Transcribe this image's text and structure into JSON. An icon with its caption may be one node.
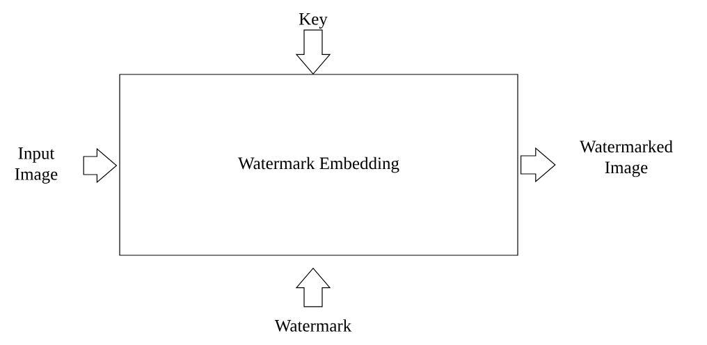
{
  "diagram": {
    "nodes": [
      {
        "text": [
          "Watermark Embedding"
        ]
      },
      {
        "text": [
          "Key"
        ]
      },
      {
        "text": [
          "Input Image"
        ]
      },
      {
        "text": [
          "Watermarked Image"
        ]
      },
      {
        "text": [
          "Watermark"
        ]
      }
    ],
    "edges": [
      {
        "from": 1,
        "to": 0,
        "arrow": "to"
      },
      {
        "from": 2,
        "to": 0,
        "arrow": "to"
      },
      {
        "from": 0,
        "to": 3,
        "arrow": "to"
      },
      {
        "from": 4,
        "to": 0,
        "arrow": "to"
      }
    ]
  }
}
